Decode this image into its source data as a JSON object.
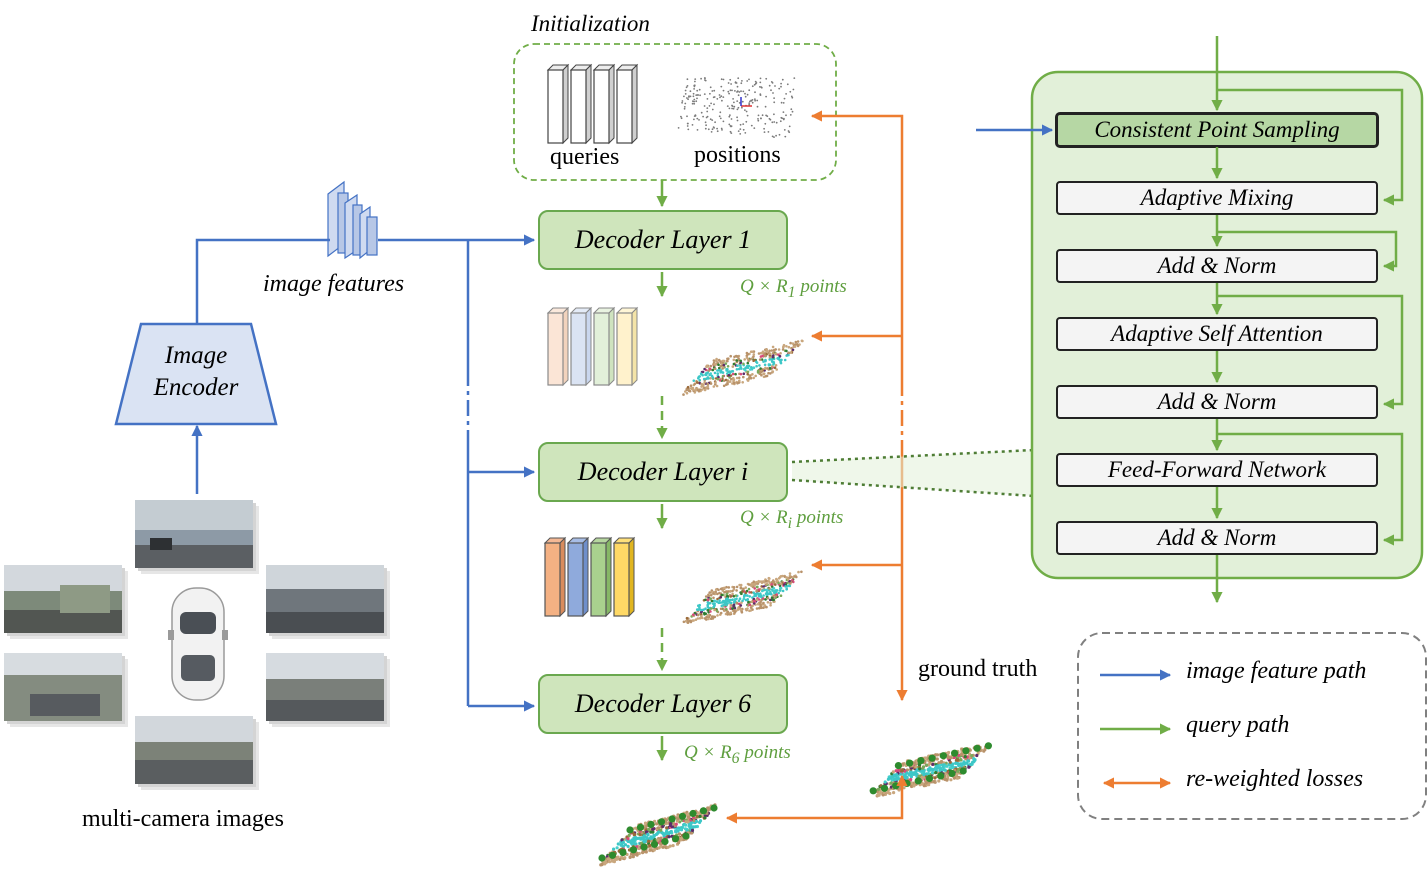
{
  "left": {
    "camera_label": "multi-camera images",
    "encoder_line1": "Image",
    "encoder_line2": "Encoder",
    "features_label": "image features"
  },
  "init": {
    "title": "Initialization",
    "queries_label": "queries",
    "positions_label": "positions"
  },
  "decoder": {
    "layer1": "Decoder Layer 1",
    "layer_i": "Decoder Layer i",
    "layer6": "Decoder Layer 6",
    "pts1": "Q × R",
    "pts1_sub": "1",
    "pts_i": "Q × R",
    "pts_i_sub": "i",
    "pts6": "Q × R",
    "pts6_sub": "6",
    "points_word": "points"
  },
  "ground_truth_label": "ground truth",
  "block": {
    "cps": "Consistent Point Sampling",
    "adaptive_mixing": "Adaptive Mixing",
    "add_norm_1": "Add & Norm",
    "adaptive_self_attention": "Adaptive Self Attention",
    "add_norm_2": "Add & Norm",
    "ffn": "Feed-Forward Network",
    "add_norm_3": "Add & Norm"
  },
  "legend": {
    "image_feature_path": "image feature path",
    "query_path": "query path",
    "reweighted_losses": "re-weighted losses"
  },
  "colors": {
    "blue": "#4472c4",
    "green": "#70ad47",
    "orange": "#ed7d31",
    "green_fill": "#e2f0d9",
    "decoder_fill": "#cfe5bc",
    "encoder_fill": "#dae3f3"
  }
}
